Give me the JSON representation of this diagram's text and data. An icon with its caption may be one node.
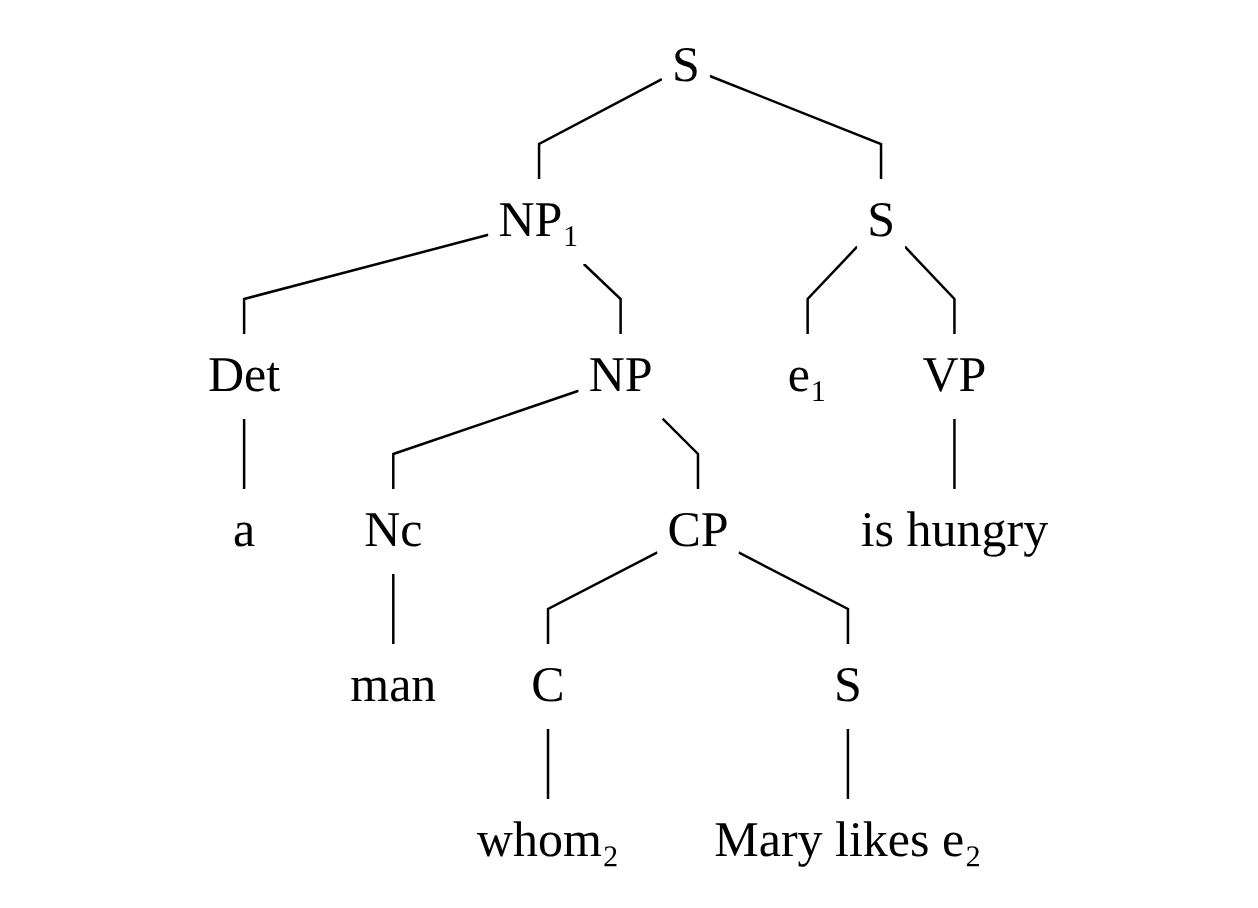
{
  "diagram": {
    "nodes": [
      {
        "text": [
          "S"
        ]
      },
      {
        "text": [
          "NP₁"
        ]
      },
      {
        "text": [
          "S"
        ]
      },
      {
        "text": [
          "Det"
        ]
      },
      {
        "text": [
          "NP"
        ]
      },
      {
        "text": [
          "e₁"
        ]
      },
      {
        "text": [
          "VP"
        ]
      },
      {
        "text": [
          "a"
        ]
      },
      {
        "text": [
          "Nc"
        ]
      },
      {
        "text": [
          "CP"
        ]
      },
      {
        "text": [
          "is hungry"
        ]
      },
      {
        "text": [
          "man"
        ]
      },
      {
        "text": [
          "C"
        ]
      },
      {
        "text": [
          "S"
        ]
      },
      {
        "text": [
          "whom₂"
        ]
      },
      {
        "text": [
          "Mary likes e₂"
        ]
      }
    ],
    "edges": [
      {
        "from": 0,
        "to": 1,
        "arrow": "none"
      },
      {
        "from": 0,
        "to": 2,
        "arrow": "none"
      },
      {
        "from": 1,
        "to": 3,
        "arrow": "none"
      },
      {
        "from": 1,
        "to": 4,
        "arrow": "none"
      },
      {
        "from": 2,
        "to": 5,
        "arrow": "none"
      },
      {
        "from": 2,
        "to": 6,
        "arrow": "none"
      },
      {
        "from": 3,
        "to": 7,
        "arrow": "none"
      },
      {
        "from": 4,
        "to": 8,
        "arrow": "none"
      },
      {
        "from": 4,
        "to": 9,
        "arrow": "none"
      },
      {
        "from": 6,
        "to": 10,
        "arrow": "none"
      },
      {
        "from": 8,
        "to": 11,
        "arrow": "none"
      },
      {
        "from": 9,
        "to": 12,
        "arrow": "none"
      },
      {
        "from": 9,
        "to": 13,
        "arrow": "none"
      },
      {
        "from": 12,
        "to": 14,
        "arrow": "none"
      },
      {
        "from": 13,
        "to": 15,
        "arrow": "none"
      }
    ]
  }
}
